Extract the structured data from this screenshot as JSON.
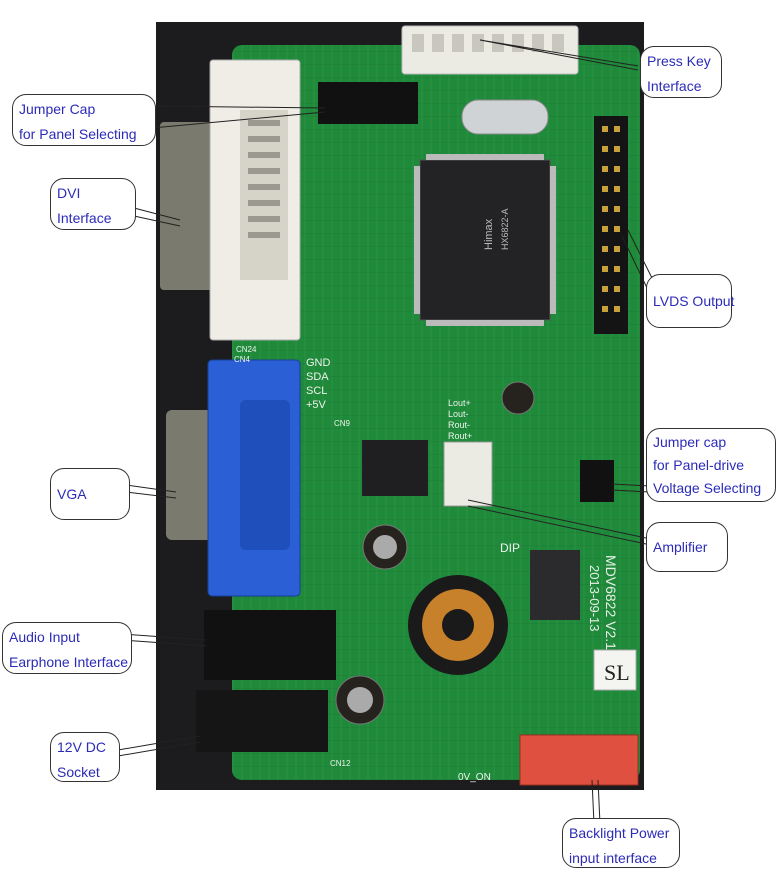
{
  "labels": {
    "press_key": [
      "Press Key",
      "Interface"
    ],
    "jumper_panel": [
      "Jumper Cap",
      "for Panel Selecting"
    ],
    "dvi": [
      "DVI",
      "Interface"
    ],
    "lvds": [
      "LVDS Output"
    ],
    "vga": [
      "VGA"
    ],
    "jumper_voltage": [
      "Jumper cap",
      "for Panel-drive",
      "Voltage Selecting"
    ],
    "amplifier": [
      "Amplifier"
    ],
    "audio": [
      "Audio Input",
      "Earphone Interface"
    ],
    "dc": [
      "12V DC",
      "Socket"
    ],
    "backlight": [
      "Backlight Power",
      "input interface"
    ]
  },
  "board_text": {
    "chip_brand": "Himax",
    "chip_model": "HX6822-A",
    "board_model": "MDV6822 V2.1",
    "board_date": "2013-09-13",
    "sl": "SL",
    "vga_pins": [
      "GND",
      "SDA",
      "SCL",
      "+5V"
    ],
    "audio_pins": [
      "Lout+",
      "Lout-",
      "Rout-",
      "Rout+"
    ],
    "dip": "DIP",
    "ov_on": "0V_ON",
    "cn4": "CN4",
    "cn24": "CN24",
    "cn9": "CN9",
    "cn12": "CN12"
  },
  "colors": {
    "pcb": "#1f8a3a",
    "label_text": "#2b2bb8",
    "vga_blue": "#2a5fd6",
    "backlight_red": "#e05040"
  }
}
